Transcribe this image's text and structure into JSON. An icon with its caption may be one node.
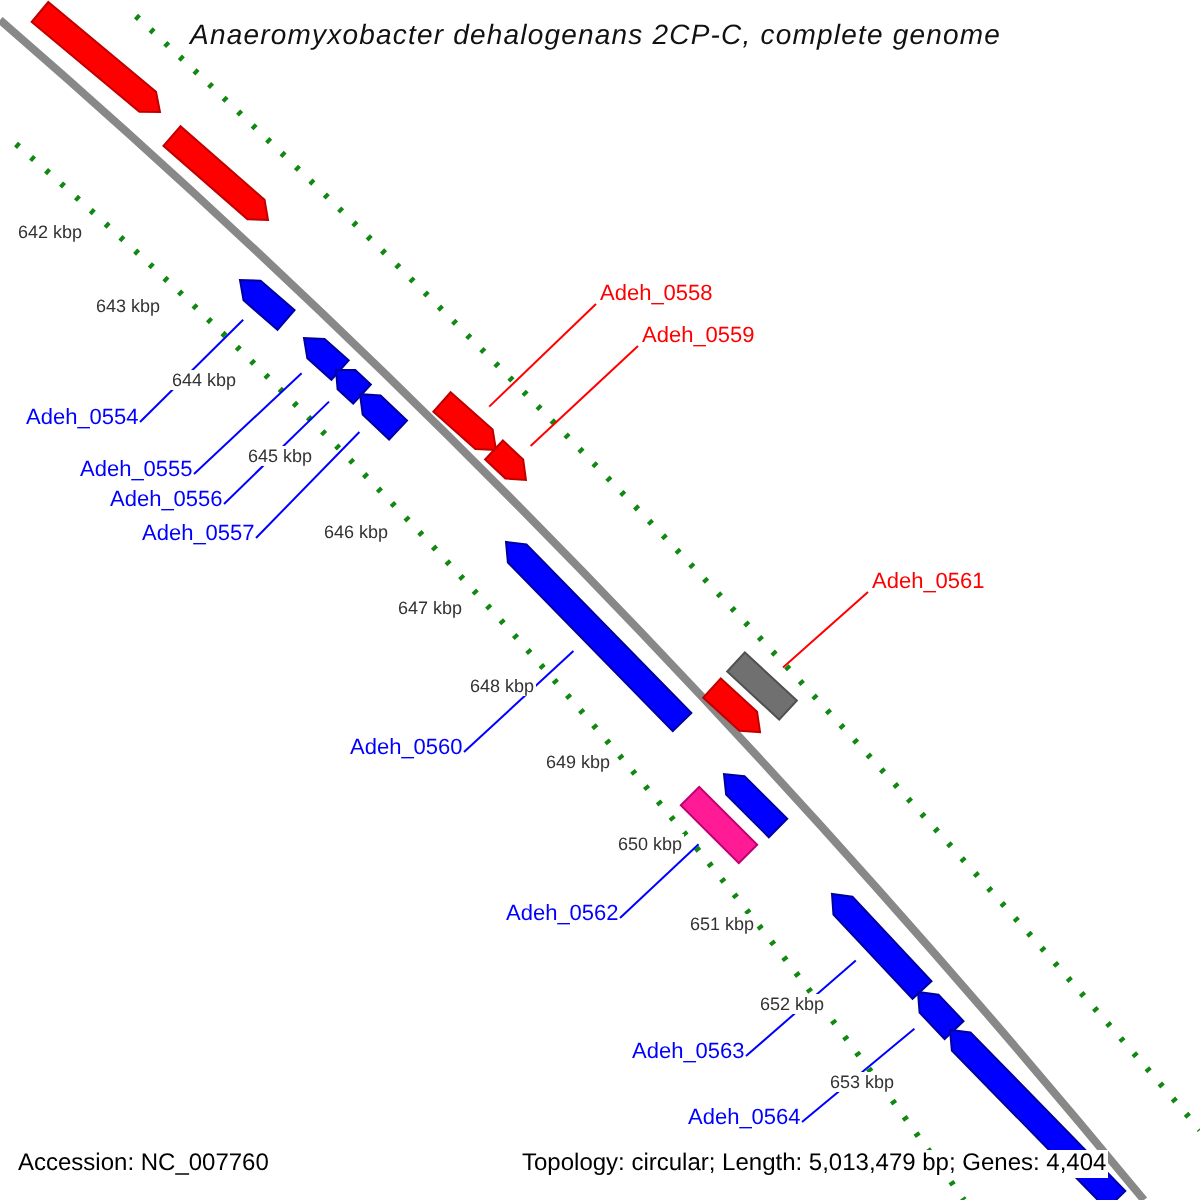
{
  "diagram": {
    "title": "Anaeromyxobacter dehalogenans 2CP-C, complete genome",
    "nodes": [
      {
        "text": [],
        "shape": "arrow"
      },
      {
        "text": [],
        "shape": "arrow"
      },
      {
        "text": [],
        "shape": "arrow"
      },
      {
        "text": [],
        "shape": "arrow"
      },
      {
        "text": [],
        "shape": "arrow"
      },
      {
        "text": [],
        "shape": "arrow"
      },
      {
        "text": [],
        "shape": "arrow"
      },
      {
        "text": [],
        "shape": "arrow"
      },
      {
        "text": [],
        "shape": "arrow"
      },
      {
        "text": [],
        "shape": "box"
      },
      {
        "text": [],
        "shape": "arrow"
      },
      {
        "text": [],
        "shape": "arrow"
      },
      {
        "text": [],
        "shape": "box"
      },
      {
        "text": [],
        "shape": "arrow"
      },
      {
        "text": [],
        "shape": "arrow"
      },
      {
        "text": [],
        "shape": "arrow"
      },
      {
        "text": [
          "Adeh_0558"
        ]
      },
      {
        "text": [
          "Adeh_0559"
        ]
      },
      {
        "text": [
          "Adeh_0554"
        ]
      },
      {
        "text": [
          "Adeh_0555"
        ]
      },
      {
        "text": [
          "Adeh_0556"
        ]
      },
      {
        "text": [
          "Adeh_0557"
        ]
      },
      {
        "text": [
          "Adeh_0561"
        ]
      },
      {
        "text": [
          "Adeh_0560"
        ]
      },
      {
        "text": [
          "Adeh_0562"
        ]
      },
      {
        "text": [
          "Adeh_0563"
        ]
      },
      {
        "text": [
          "Adeh_0564"
        ]
      }
    ],
    "edges": [
      {
        "from": 16,
        "to": 6,
        "arrow": "none",
        "color": "#ff0000"
      },
      {
        "from": 17,
        "to": 7,
        "arrow": "none",
        "color": "#ff0000"
      },
      {
        "from": 18,
        "to": 2,
        "arrow": "none"
      },
      {
        "from": 19,
        "to": 3,
        "arrow": "none"
      },
      {
        "from": 20,
        "to": 4,
        "arrow": "none"
      },
      {
        "from": 21,
        "to": 5,
        "arrow": "none"
      },
      {
        "from": 22,
        "to": 9,
        "arrow": "none",
        "color": "#ff0000"
      },
      {
        "from": 23,
        "to": 8,
        "arrow": "none"
      },
      {
        "from": 24,
        "to": 12,
        "arrow": "none"
      },
      {
        "from": 25,
        "to": 13,
        "arrow": "none"
      },
      {
        "from": 26,
        "to": 14,
        "arrow": "none"
      }
    ],
    "labels": [
      "642 kbp",
      "643 kbp",
      "644 kbp",
      "645 kbp",
      "646 kbp",
      "647 kbp",
      "648 kbp",
      "649 kbp",
      "650 kbp",
      "651 kbp",
      "652 kbp",
      "653 kbp",
      "Accession: NC_007760",
      "Topology: circular; Length: 5,013,479 bp; Genes: 4,404"
    ]
  }
}
